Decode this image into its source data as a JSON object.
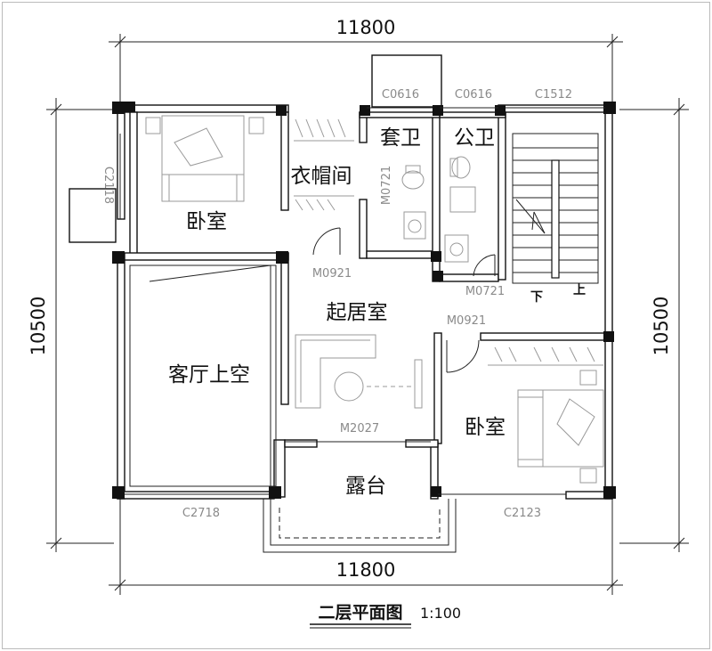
{
  "dimensions": {
    "top_width": "11800",
    "bottom_width": "11800",
    "left_height": "10500",
    "right_height": "10500"
  },
  "rooms": {
    "bedroom_nw": "卧室",
    "wardrobe": "衣帽间",
    "ensuite_bath": "套卫",
    "public_bath": "公卫",
    "void_over_living": "客厅上空",
    "family_room": "起居室",
    "bedroom_se": "卧室",
    "terrace": "露台"
  },
  "openings": {
    "c0616_a": "C0616",
    "c0616_b": "C0616",
    "c1512": "C1512",
    "c2118": "C2118",
    "m0721_vertical": "M0721",
    "m0921_a": "M0921",
    "m0721_b": "M0721",
    "m0921_b": "M0921",
    "m2027": "M2027",
    "c2718": "C2718",
    "c2123": "C2123"
  },
  "stairs": {
    "down_label": "下",
    "up_label": "上"
  },
  "title": {
    "name": "二层平面图",
    "scale": "1:100"
  }
}
